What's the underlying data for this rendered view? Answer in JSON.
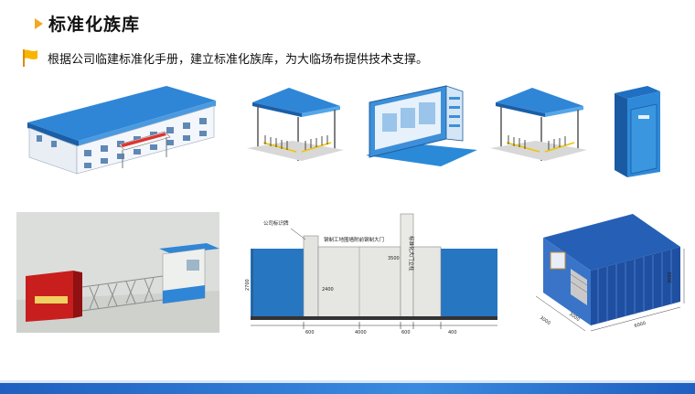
{
  "header": {
    "title": "标准化族库",
    "subtitle": "根据公司临建标准化手册，建立标准化族库，为大临场布提供技术支撑。"
  },
  "icons": {
    "title_arrow": "chevron-right-icon",
    "subtitle_flag": "flag-icon"
  },
  "colors": {
    "accent_orange": "#f5a623",
    "model_blue": "#2a7fd0",
    "footer_blue": "#1f5fbf"
  },
  "figures": {
    "gate_wall": {
      "label_sign": "公司标识牌",
      "label_gate": "钢制工地围墙附前钢制大门",
      "label_pillar": "标准化大门立柱",
      "dim_height": "2700",
      "dim_inner": "2400",
      "dim_pillar": "3500",
      "dim_segments": [
        "600",
        "4000",
        "600",
        "400"
      ]
    },
    "container": {
      "dims": [
        "3000",
        "3000",
        "3000",
        "6000"
      ]
    }
  }
}
